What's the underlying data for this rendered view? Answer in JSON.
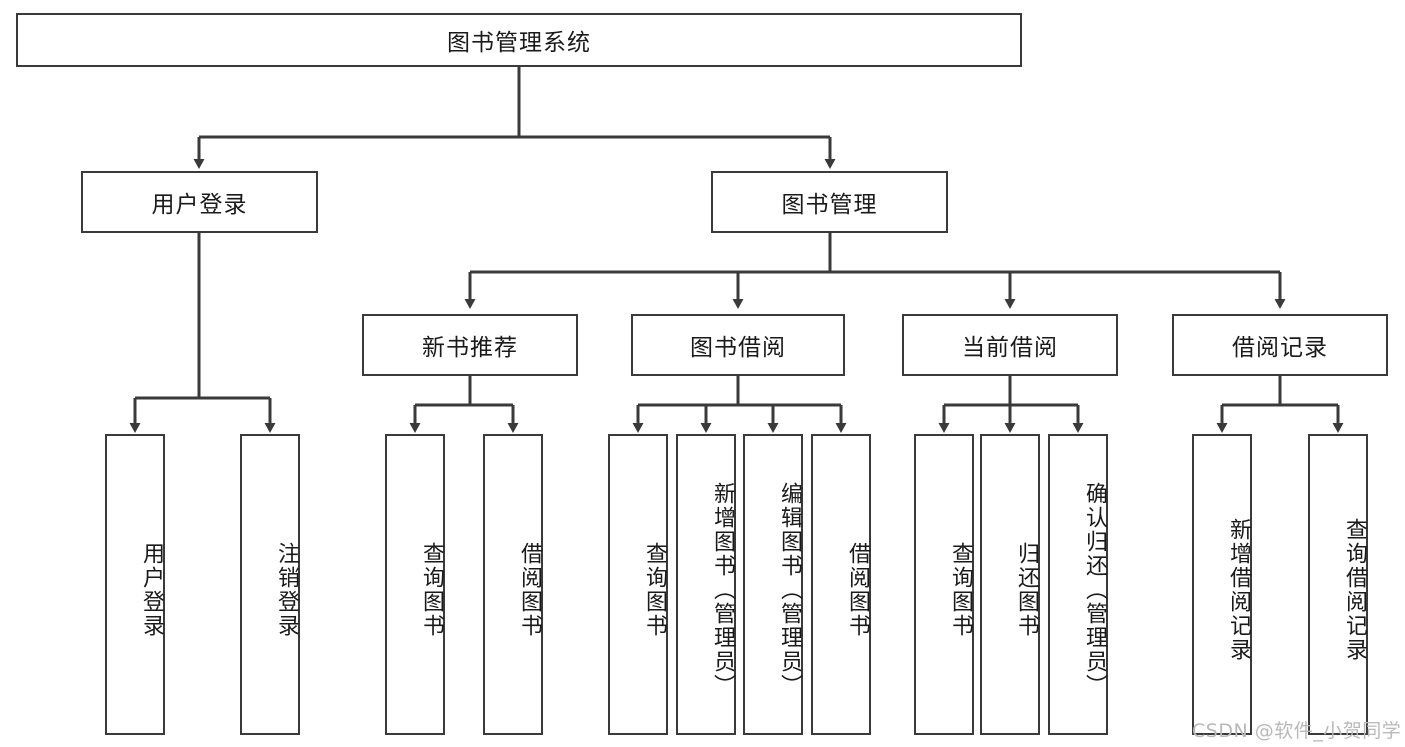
{
  "diagram": {
    "title": "图书管理系统",
    "type": "tree-hierarchy-chart",
    "root": {
      "label": "图书管理系统"
    },
    "level2": [
      {
        "label": "用户登录"
      },
      {
        "label": "图书管理"
      }
    ],
    "level3": [
      {
        "label": "新书推荐"
      },
      {
        "label": "图书借阅"
      },
      {
        "label": "当前借阅"
      },
      {
        "label": "借阅记录"
      }
    ],
    "leaves": {
      "user_login": [
        {
          "label": "用户登录"
        },
        {
          "label": "注销登录"
        }
      ],
      "new_book_recommend": [
        {
          "label": "查询图书"
        },
        {
          "label": "借阅图书"
        }
      ],
      "book_borrow": [
        {
          "label": "查询图书"
        },
        {
          "label": "新增图书（管理员）"
        },
        {
          "label": "编辑图书（管理员）"
        },
        {
          "label": "借阅图书"
        }
      ],
      "current_borrow": [
        {
          "label": "查询图书"
        },
        {
          "label": "归还图书"
        },
        {
          "label": "确认归还（管理员）"
        }
      ],
      "borrow_record": [
        {
          "label": "新增借阅记录"
        },
        {
          "label": "查询借阅记录"
        }
      ]
    }
  },
  "watermark": {
    "text": "CSDN @软件_小贺同学"
  },
  "colors": {
    "border": "#3a3a3a",
    "text": "#1a1a1a",
    "background": "#ffffff",
    "watermark": "#b9b9b9"
  }
}
